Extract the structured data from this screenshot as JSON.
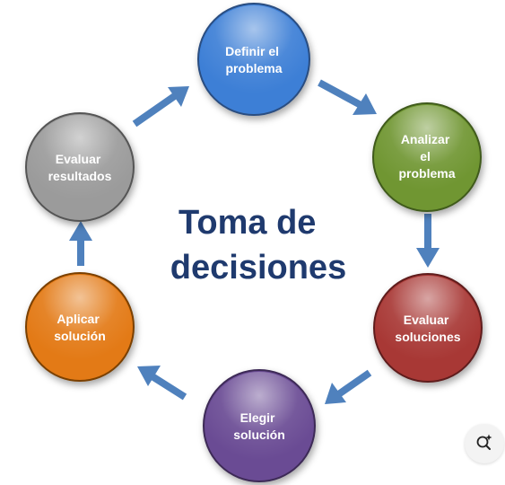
{
  "title": {
    "line1": "Toma de",
    "line2": "decisiones",
    "color": "#1f3a6e"
  },
  "arrow_color": "#4f81bd",
  "nodes": [
    {
      "id": "definir",
      "lines": [
        "Definir el",
        "problema"
      ],
      "color": "#3d7fd6"
    },
    {
      "id": "analizar",
      "lines": [
        "Analizar",
        "el",
        "problema"
      ],
      "color": "#6f9630"
    },
    {
      "id": "evaluar-soluciones",
      "lines": [
        "Evaluar",
        "soluciones"
      ],
      "color": "#a83836"
    },
    {
      "id": "elegir",
      "lines": [
        "Elegir",
        "solución"
      ],
      "color": "#6b4c94"
    },
    {
      "id": "aplicar",
      "lines": [
        "Aplicar",
        "solución"
      ],
      "color": "#e37a12"
    },
    {
      "id": "evaluar-resultados",
      "lines": [
        "Evaluar",
        "resultados"
      ],
      "color": "#9b9b9b"
    }
  ],
  "toolbar": {
    "lens_icon": "lens-search-icon"
  }
}
